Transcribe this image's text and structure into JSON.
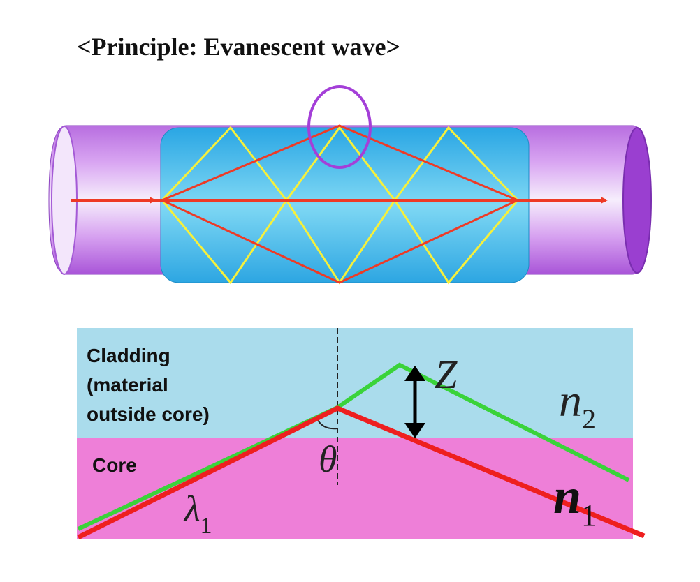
{
  "title": "<Principle: Evanescent wave>",
  "bottom": {
    "cladding_label_lines": [
      "Cladding",
      "(material",
      "outside core)"
    ],
    "core_label": "Core",
    "n2_base": "n",
    "n2_sub": "2",
    "n1_base": "n",
    "n1_sub": "1",
    "z_label": "Z",
    "theta_label": "θ",
    "lambda_base": "λ",
    "lambda_sub": "1"
  },
  "colors": {
    "fiber_outer": "#c77fe6",
    "fiber_core": "#35b6ea",
    "ray_yellow": "#f6f03b",
    "ray_red": "#ee3a26",
    "circle": "#a43fd8",
    "cladding_bg": "#aadcec",
    "core_bg": "#ee7fd8",
    "green_ray": "#3ad33a",
    "red_ray": "#ee1f1f"
  }
}
